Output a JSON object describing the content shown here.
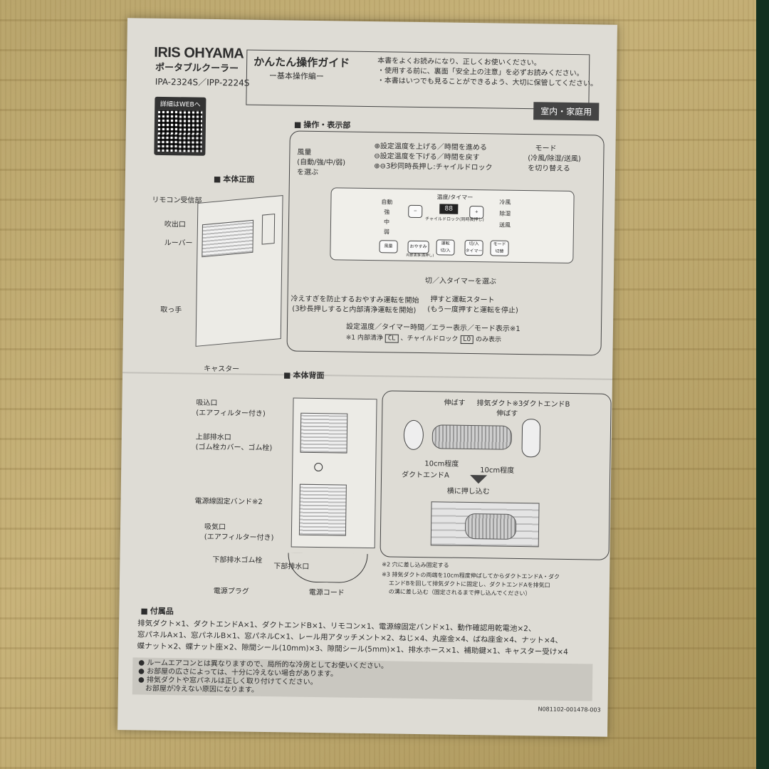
{
  "brand": "IRIS OHYAMA",
  "product_type": "ポータブルクーラー",
  "model_numbers": "IPA-2324S／IPP-2224S",
  "qr_label": "詳細はWEBへ",
  "guide": {
    "title": "かんたん操作ガイド",
    "subtitle": "ー基本操作編ー",
    "notes": [
      "本書をよくお読みになり、正しくお使いください。",
      "・使用する前に、裏面「安全上の注意」を必ずお読みください。",
      "・本書はいつでも見ることができるよう、大切に保管してください。"
    ]
  },
  "usage_label": "室内・家庭用",
  "front": {
    "heading": "本体正面",
    "labels": [
      "リモコン受信部",
      "吹出口",
      "ルーバー",
      "取っ手",
      "キャスター"
    ]
  },
  "operation": {
    "heading": "操作・表示部",
    "fan_label": [
      "風量",
      "(自動/強/中/弱)",
      "を選ぶ"
    ],
    "plus_minus": [
      "⊕設定温度を上げる／時間を進める",
      "⊖設定温度を下げる／時間を戻す",
      "⊕⊖3秒同時長押し:チャイルドロック"
    ],
    "mode_label": [
      "モード",
      "(冷風/除湿/送風)",
      "を切り替える"
    ],
    "panel_left": [
      "自動",
      "強",
      "中",
      "弱"
    ],
    "panel_right": [
      "冷風",
      "除湿",
      "送風"
    ],
    "display_top": "温度/タイマー",
    "display_value": "88",
    "minus_symbol": "−",
    "plus_symbol": "+",
    "childlock_caption": "チャイルドロック(同時長押し)",
    "buttons": [
      "風量",
      "おやすみ",
      "運転\n切/入",
      "切/入\nタイマー",
      "モード\n切替"
    ],
    "sleep_caption": "内部清浄(長押し)",
    "timer_text": "切／入タイマーを選ぶ",
    "run_text": [
      "押すと運転スタート",
      "(もう一度押すと運転を停止)"
    ],
    "sleep_text": [
      "冷えすぎを防止するおやすみ運転を開始",
      "(3秒長押しすると内部清浄運転を開始)"
    ],
    "display_note": "設定温度／タイマー時間／エラー表示／モード表示※1",
    "display_note2_prefix": "※1 内部清浄",
    "code_cl": "CL",
    "display_note2_mid": "、チャイルドロック",
    "code_lo": "LO",
    "display_note2_suffix": "のみ表示"
  },
  "back": {
    "heading": "本体背面",
    "labels": [
      [
        "吸込口",
        "(エアフィルター付き)"
      ],
      [
        "上部排水口",
        "(ゴム栓カバー、ゴム栓)"
      ],
      [
        "電源線固定バンド※2"
      ],
      [
        "吸気口",
        "(エアフィルター付き)"
      ],
      [
        "下部排水ゴム栓"
      ],
      [
        "下部排水口"
      ],
      [
        "電源プラグ"
      ],
      [
        "電源コード"
      ]
    ]
  },
  "duct": {
    "stretch": "伸ばす",
    "exhaust": "排気ダクト※3",
    "end_b": "ダクトエンドB",
    "end_a": "ダクトエンドA",
    "approx1": "10cm程度",
    "approx2": "10cm程度",
    "push": "横に押し込む",
    "note2": "※2 穴に差し込み固定する",
    "note3": [
      "※3 排気ダクトの両端を10cm程度伸ばしてからダクトエンドA・ダク",
      "エンドBを回して排気ダクトに固定し、ダクトエンドAを排気口",
      "の溝に差し込む（固定されるまで押し込んでください）"
    ]
  },
  "accessories": {
    "heading": "付属品",
    "lines": [
      "排気ダクト×1、ダクトエンドA×1、ダクトエンドB×1、リモコン×1、電源線固定バンド×1、動作確認用乾電池×2、",
      "窓パネルA×1、窓パネルB×1、窓パネルC×1、レール用アタッチメント×2、ねじ×4、丸座金×4、ばね座金×4、ナット×4、",
      "蝶ナット×2、蝶ナット座×2、隙間シール(10mm)×3、隙間シール(5mm)×1、排水ホース×1、補助鍵×1、キャスター受け×4"
    ]
  },
  "cautions": [
    "● ルームエアコンとは異なりますので、局所的な冷房としてお使いください。",
    "● お部屋の広さによっては、十分に冷えない場合があります。",
    "● 排気ダクトや窓パネルは正しく取り付けてください。",
    "お部屋が冷えない原因になります。"
  ],
  "doc_code": "N081102-001478-003",
  "colors": {
    "paper": "#dedcd5",
    "ink": "#2a2a2a",
    "tatami": "#b9a56c",
    "dark_border": "#12301f"
  }
}
